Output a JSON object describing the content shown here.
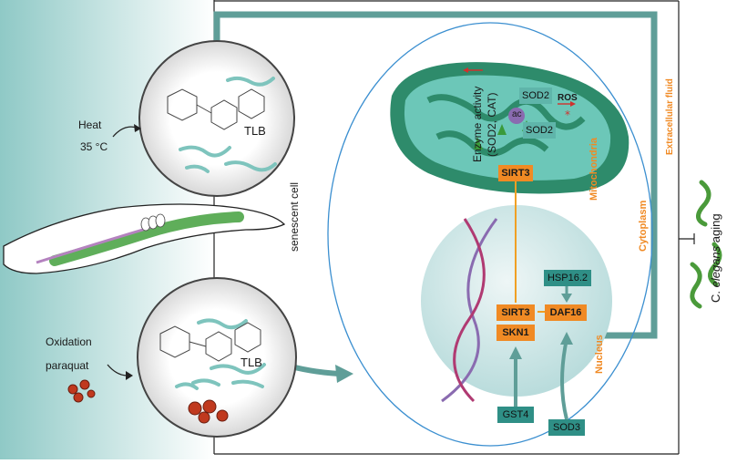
{
  "left_panel": {
    "condition_heat": {
      "line1": "Heat",
      "line2": "35 °C"
    },
    "condition_oxidation": {
      "line1": "Oxidation",
      "line2": "paraquat"
    },
    "compound_label_top": "TLB",
    "compound_label_bottom": "TLB"
  },
  "cell": {
    "label": "senescent cell",
    "cytoplasm_label": "Cytoplasm",
    "extracellular_label": "Extracellular fluid"
  },
  "mitochondrion": {
    "label": "Mitochondria",
    "enzyme_activity": "Enzyme activity",
    "enzyme_list": "(SOD2, CAT)",
    "sod2_top": "SOD2",
    "sod2_bottom": "SOD2",
    "ros": "ROS",
    "ac": "ac",
    "sirt3": "SIRT3"
  },
  "nucleus": {
    "label": "Nucleus",
    "hsp": "HSP16.2",
    "daf16": "DAF16",
    "sirt3": "SIRT3",
    "skn1": "SKN1",
    "gst4": "GST4",
    "sod3": "SOD3"
  },
  "outcome": {
    "prefix": "C. ",
    "italic": "elegans",
    "suffix": " aging"
  },
  "colors": {
    "teal_arrow": "#5f9e98",
    "orange": "#f08a24",
    "teal_box": "#2f8f86",
    "mito_outer": "#2e8b6b",
    "mito_inner": "#6cc7b8",
    "worm_green": "#4a9a3a"
  }
}
